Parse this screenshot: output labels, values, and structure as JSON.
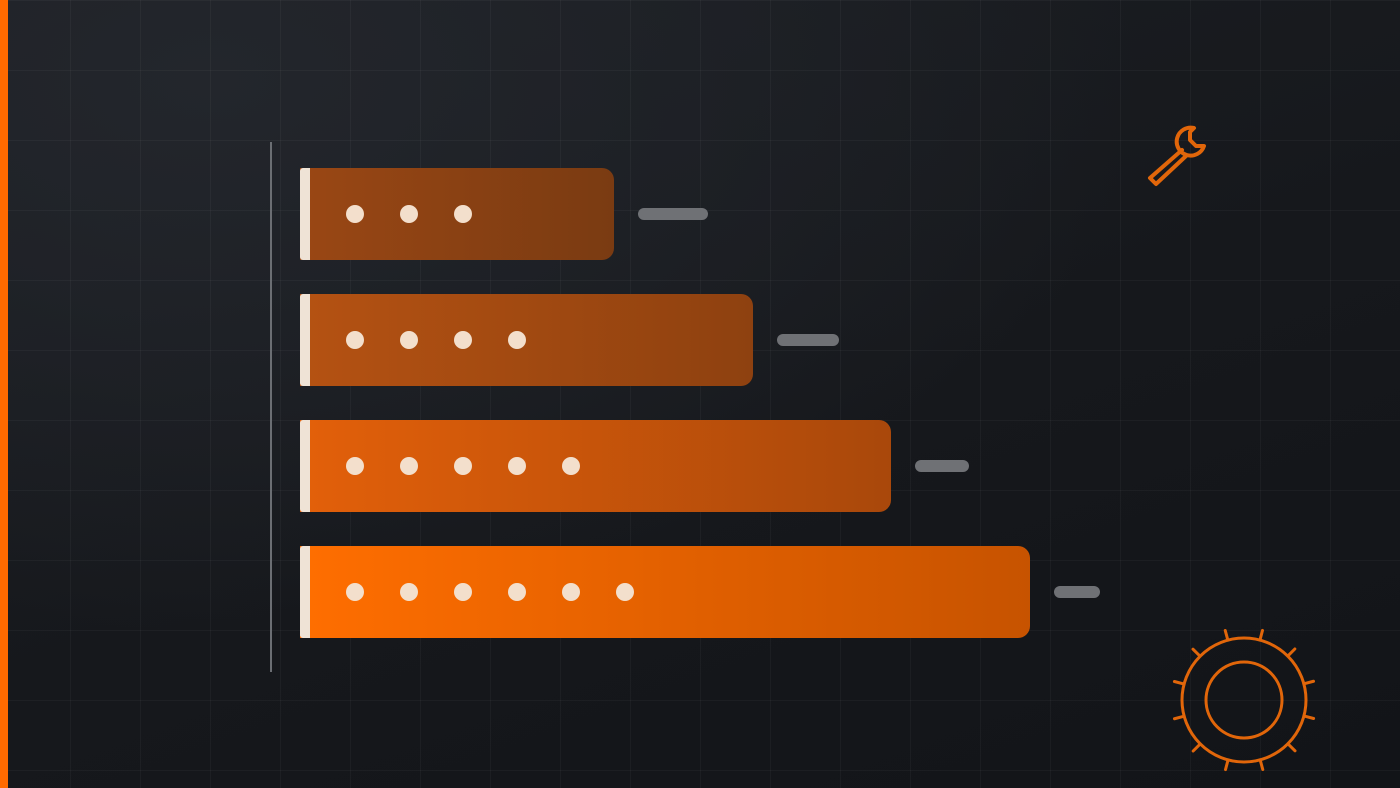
{
  "colors": {
    "accent": "#ff6a00",
    "bar_cap": "#efe3d6",
    "dot": "#f3dfcc",
    "pill": "#6f7175",
    "axis": "#6b6e73"
  },
  "icons": {
    "top_right": "wrench-icon",
    "bottom_right": "gear-icon"
  },
  "bars": [
    {
      "level": 3,
      "relative_length": 0.43,
      "from": "#9a4714",
      "to": "#7a3b12"
    },
    {
      "level": 4,
      "relative_length": 0.62,
      "from": "#b55212",
      "to": "#8e4110"
    },
    {
      "level": 5,
      "relative_length": 0.81,
      "from": "#e3600a",
      "to": "#a9480b"
    },
    {
      "level": 6,
      "relative_length": 1.0,
      "from": "#ff6e00",
      "to": "#c75300"
    }
  ]
}
